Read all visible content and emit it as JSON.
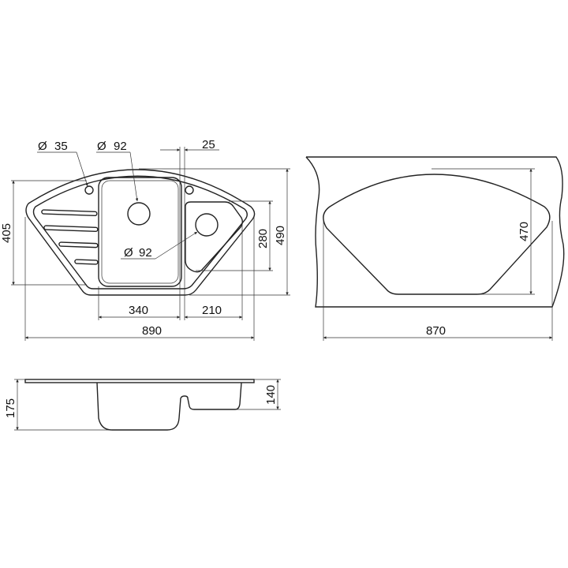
{
  "title": "Corner sink dimensional drawing",
  "plan_view": {
    "hole_small_label": "35",
    "drain_main_label": "92",
    "drain_second_label": "92",
    "offset_label": "25",
    "height_left_label": "405",
    "height_total_label": "490",
    "second_bowl_label": "280",
    "main_bowl_width_label": "340",
    "second_bowl_width_label": "210",
    "total_width_label": "890",
    "diameter_symbol": "Ø"
  },
  "cutout_view": {
    "depth_label": "470",
    "width_label": "870"
  },
  "side_view": {
    "main_depth_label": "175",
    "second_depth_label": "140"
  },
  "colors": {
    "line": "#222222",
    "background": "#ffffff"
  }
}
